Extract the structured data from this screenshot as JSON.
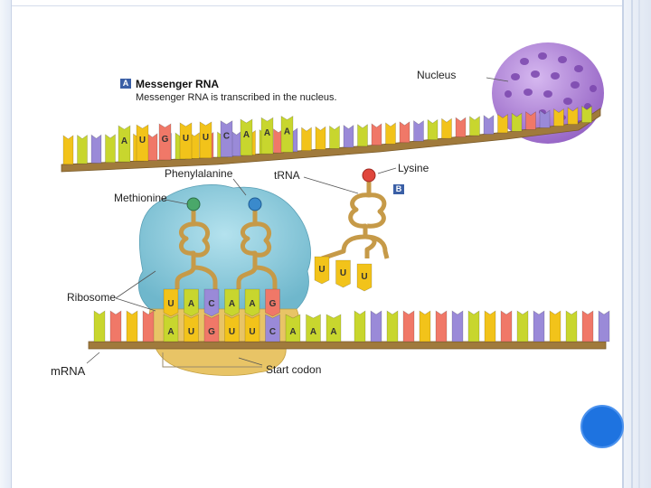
{
  "colors": {
    "A": "#c8d62e",
    "U": "#f2c31a",
    "G": "#f07868",
    "C": "#9a8ad8",
    "backbone": "#a07a3c",
    "ribosome": "#8ecad9",
    "ribosome_lower": "#e8c466",
    "trna": "#c69a48",
    "nucleus": "#b38ad8",
    "slide_dot": "#1e73e0"
  },
  "section_a": {
    "tag": "A",
    "title": "Messenger RNA",
    "caption": "Messenger RNA is transcribed in the nucleus."
  },
  "section_b": {
    "tag": "B"
  },
  "labels": {
    "nucleus": "Nucleus",
    "phenylalanine": "Phenylalanine",
    "trna": "tRNA",
    "lysine": "Lysine",
    "methionine": "Methionine",
    "ribosome": "Ribosome",
    "mrna": "mRNA",
    "start_codon": "Start codon"
  },
  "top_strand": [
    "A",
    "U",
    "G",
    "U",
    "U",
    "C",
    "A",
    "A",
    "A"
  ],
  "anticodons": [
    "U",
    "A",
    "C",
    "A",
    "A",
    "G"
  ],
  "free_trna_anticodon": [
    "U",
    "U",
    "U"
  ],
  "bottom_strand": [
    "A",
    "U",
    "G",
    "U",
    "U",
    "C",
    "A",
    "A",
    "A"
  ]
}
